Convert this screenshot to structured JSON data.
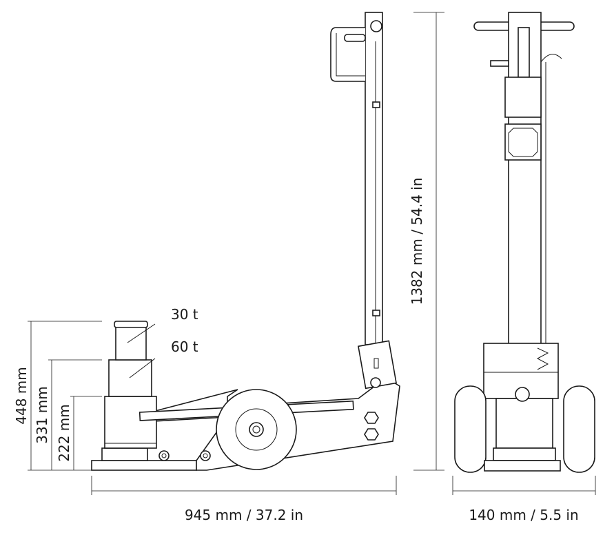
{
  "title": "Air-hydraulic jack dimension drawing",
  "labels": {
    "stage_30t": "30 t",
    "stage_60t": "60 t",
    "height_448": "448 mm",
    "height_331": "331 mm",
    "height_222": "222 mm",
    "total_height": "1382 mm / 54.4 in",
    "length": "945 mm / 37.2 in",
    "width": "140 mm / 5.5 in"
  }
}
